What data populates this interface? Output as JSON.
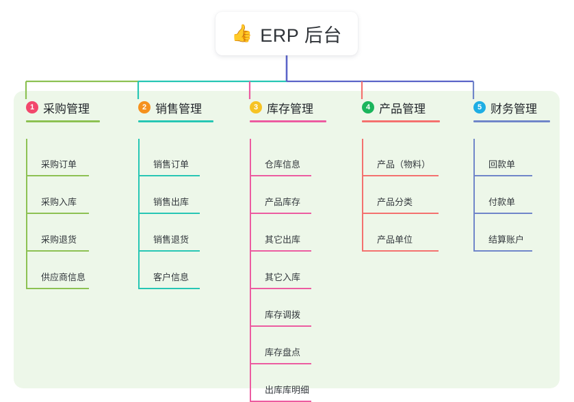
{
  "diagram": {
    "type": "mindmap",
    "root": {
      "icon": "thumbs-up-emoji",
      "icon_glyph": "👍",
      "title": "ERP 后台"
    },
    "panel_color": "#edf7e9",
    "branches": [
      {
        "number": "1",
        "label": "采购管理",
        "badge_color": "#f2476c",
        "line_color": "#8cc152",
        "items": [
          "采购订单",
          "采购入库",
          "采购退货",
          "供应商信息"
        ]
      },
      {
        "number": "2",
        "label": "销售管理",
        "badge_color": "#f5911e",
        "line_color": "#26c6b4",
        "items": [
          "销售订单",
          "销售出库",
          "销售退货",
          "客户信息"
        ]
      },
      {
        "number": "3",
        "label": "库存管理",
        "badge_color": "#f6c324",
        "line_color": "#ec5ba0",
        "items": [
          "仓库信息",
          "产品库存",
          "其它出库",
          "其它入库",
          "库存调拨",
          "库存盘点",
          "出库库明细"
        ]
      },
      {
        "number": "4",
        "label": "产品管理",
        "badge_color": "#1bb55c",
        "line_color": "#f4706e",
        "items": [
          "产品（物料）",
          "产品分类",
          "产品单位"
        ]
      },
      {
        "number": "5",
        "label": "财务管理",
        "badge_color": "#1eaee4",
        "line_color": "#6f85c9",
        "items": [
          "回款单",
          "付款单",
          "结算账户"
        ]
      }
    ],
    "bus_colors": {
      "segment_1": "#8cc152",
      "segment_2": "#26c6b4",
      "segment_3": "#5a63c8",
      "root_drop": "#5a63c8"
    }
  }
}
